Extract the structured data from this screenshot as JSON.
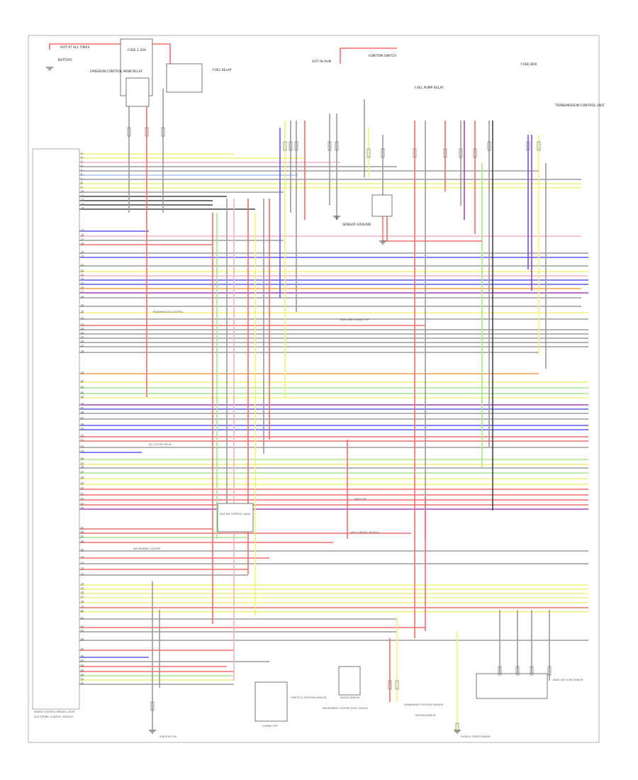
{
  "diagram": {
    "footer_code": "",
    "top_components": [
      {
        "id": "battery",
        "label": "BATTERY"
      },
      {
        "id": "hot_always",
        "label": "HOT AT ALL TIMES"
      },
      {
        "id": "fuse1",
        "label": "FUSE 1 20A"
      },
      {
        "id": "ecm_relay",
        "label": "EMISSION CONTROL MAIN RELAY"
      },
      {
        "id": "fuel_relay",
        "label": "FUEL RELAY"
      },
      {
        "id": "ignition_switch",
        "label": "IGNITION SWITCH"
      },
      {
        "id": "hot_in_run",
        "label": "HOT IN RUN"
      },
      {
        "id": "fuse_box",
        "label": "FUSE BOX"
      },
      {
        "id": "trans_control",
        "label": "TRANSMISSION CONTROL UNIT"
      },
      {
        "id": "fuel_pump_relay",
        "label": "FUEL PUMP RELAY"
      },
      {
        "id": "sensor_ground",
        "label": "SENSOR GROUND"
      }
    ],
    "inline_labels": [
      {
        "id": "l_tcm",
        "label": "TRANSMISSION CONTROL"
      },
      {
        "id": "l_aircon",
        "label": "A/C CUTOFF RELAY"
      },
      {
        "id": "l_instr",
        "label": "INSTRUMENT CLUSTER"
      },
      {
        "id": "l_data",
        "label": "DATA LINK CONNECTOR"
      },
      {
        "id": "l_injector",
        "label": "INJECTOR"
      },
      {
        "id": "l_abs",
        "label": "ABS CONTROL MODULE"
      },
      {
        "id": "l_idle",
        "label": "IDLE AIR CONTROL VALVE"
      },
      {
        "id": "l_instr2",
        "label": "INSTRUMENT CLUSTER (FUEL GAUGE)"
      }
    ],
    "bottom_components": [
      {
        "id": "pcm",
        "label": "ENGINE CONTROL MODULE (ECM)"
      },
      {
        "id": "pcm2",
        "label": "ELECTRONIC CONTROL MODULE"
      },
      {
        "id": "connector",
        "label": "CONNECTOR"
      },
      {
        "id": "idle_switch",
        "label": "THROTTLE POSITION SENSOR"
      },
      {
        "id": "knock",
        "label": "KNOCK SENSOR"
      },
      {
        "id": "crank",
        "label": "CRANKSHAFT POSITION SENSOR"
      },
      {
        "id": "o2",
        "label": "OXYGEN SENSOR"
      },
      {
        "id": "vss",
        "label": "VEHICLE SPEED SENSOR"
      },
      {
        "id": "mass_air",
        "label": "MASS AIR FLOW SENSOR"
      },
      {
        "id": "ignition_coil",
        "label": "IGNITION COIL"
      }
    ],
    "wire_colors": {
      "red": "#f26d6d",
      "yellow": "#f3f07a",
      "green": "#a9e58d",
      "blue": "#5a5af2",
      "orange": "#f6a04e",
      "gray": "#9a9a9a",
      "purple": "#a044b7",
      "black": "#444444",
      "pink": "#f4b3c2",
      "ltblue": "#a9c0f4"
    }
  }
}
